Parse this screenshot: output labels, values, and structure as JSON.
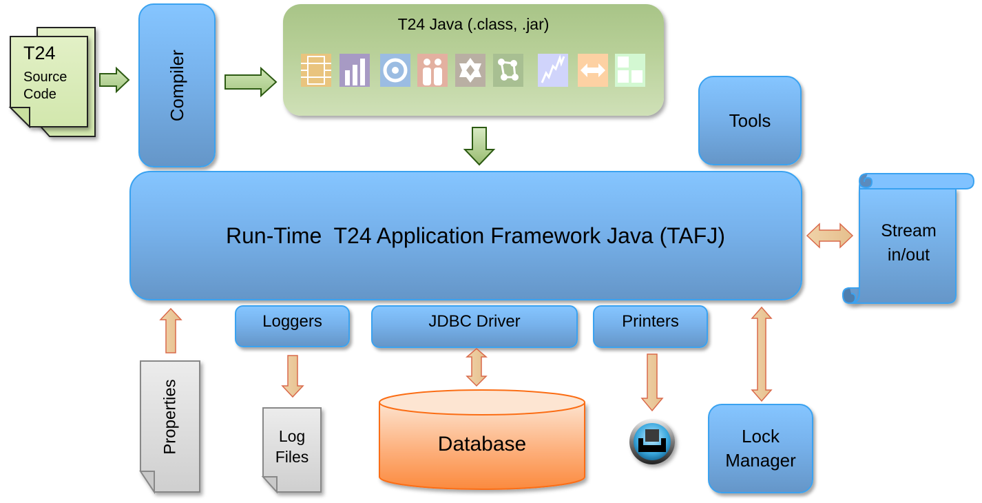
{
  "diagram": {
    "source_code": {
      "title": "T24",
      "line1": "Source",
      "line2": "Code"
    },
    "compiler": {
      "label": "Compiler"
    },
    "java_box": {
      "title": "T24 Java (.class, .jar)",
      "icons": [
        {
          "name": "grid-chip-icon",
          "color": "#e9c47e"
        },
        {
          "name": "bar-chart-icon",
          "color": "#a79ac4"
        },
        {
          "name": "target-icon",
          "color": "#9bbce2"
        },
        {
          "name": "people-icon",
          "color": "#e3b0a0"
        },
        {
          "name": "gear-star-icon",
          "color": "#b9afa3"
        },
        {
          "name": "network-nodes-icon",
          "color": "#a8bf92"
        },
        {
          "name": "trend-line-icon",
          "color": "#d0d4fb"
        },
        {
          "name": "double-arrow-icon",
          "color": "#fdd1a3"
        },
        {
          "name": "blocks-icon",
          "color": "#d3f8d2"
        }
      ]
    },
    "tools": {
      "label": "Tools"
    },
    "runtime": {
      "label": "Run-Time  T24 Application Framework Java (TAFJ)"
    },
    "stream": {
      "line1": "Stream",
      "line2": "in/out"
    },
    "loggers": {
      "label": "Loggers"
    },
    "jdbc": {
      "label": "JDBC Driver"
    },
    "printers": {
      "label": "Printers"
    },
    "properties": {
      "label": "Properties"
    },
    "log_files": {
      "line1": "Log",
      "line2": "Files"
    },
    "database": {
      "label": "Database"
    },
    "printer_icon": {
      "name": "printer-icon"
    },
    "lock_manager": {
      "line1": "Lock",
      "line2": "Manager"
    },
    "colors": {
      "blue_box": "#77b2ec",
      "blue_border": "#3aa2f0",
      "green_arrow": "#b7d39a",
      "orange_arrow": "#e9c79a",
      "database": "#fdab74",
      "document_green": "#d6eab2",
      "document_gray": "#dcdcdc"
    }
  }
}
